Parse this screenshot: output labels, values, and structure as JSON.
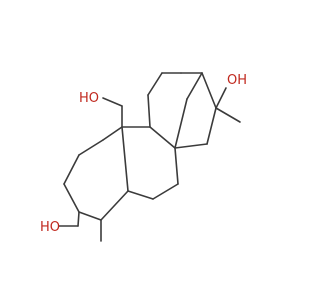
{
  "diagram": {
    "type": "skeletal-structure",
    "labels": {
      "hydroxyl_top_left": "HO",
      "hydroxyl_right": "OH",
      "hydroxyl_bottom_left": "HO"
    },
    "colors": {
      "bond": "#3b3b3b",
      "oxygen": "#c0281e",
      "background": "#ffffff"
    }
  }
}
